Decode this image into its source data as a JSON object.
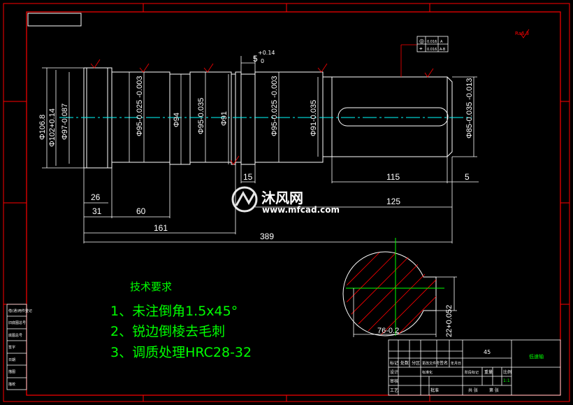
{
  "drawing": {
    "dims_horizontal": [
      "26",
      "31",
      "60",
      "161",
      "389",
      "15",
      "115",
      "5",
      "125"
    ],
    "tol_key": "5",
    "tol_key_upper": "+0.14",
    "tol_key_lower": "0",
    "dims_vertical": [
      "Φ106.8",
      "Φ102+0.14",
      "Φ97-0.087",
      "Φ95-0.025 -0.003",
      "Φ94",
      "Φ95-0.035",
      "Φ91",
      "Φ95-0.025 -0.003",
      "Φ91-0.035",
      "Φ85-0.035 -0.013"
    ],
    "section_dims": [
      "76-0.2",
      "22+0.052"
    ],
    "roughness_top_right": "Ra6.3",
    "gdt_rows": [
      [
        "◎",
        "0.016",
        "A"
      ],
      [
        "⌖",
        "0.016",
        "A-B"
      ]
    ]
  },
  "notes": {
    "title": "技术要求",
    "items": [
      "1、未注倒角1.5x45°",
      "2、锐边倒棱去毛刺",
      "3、调质处理HRC28-32"
    ]
  },
  "title_block": {
    "material": "45",
    "part_name": "低速轴",
    "scale": "1:1",
    "labels": [
      "标记",
      "处数",
      "分区",
      "更改文件号",
      "签名",
      "年月日",
      "设计",
      "标准化",
      "阶段标记",
      "重量",
      "比例",
      "审核",
      "工艺",
      "批准",
      "共 张",
      "第 张"
    ]
  },
  "side_stamp": {
    "items": [
      "借(通)用件登记",
      "旧底图总号",
      "底图总号",
      "签字",
      "日期",
      "描图",
      "描校"
    ]
  },
  "watermark": {
    "brand": "沐风网",
    "url": "www.mfcad.com"
  },
  "colors": {
    "background": "#000000",
    "outline": "#ffffff",
    "frame": "#ff0000",
    "center_line": "#00ffff",
    "hatch": "#ff0000",
    "notes_text": "#00ff00"
  }
}
